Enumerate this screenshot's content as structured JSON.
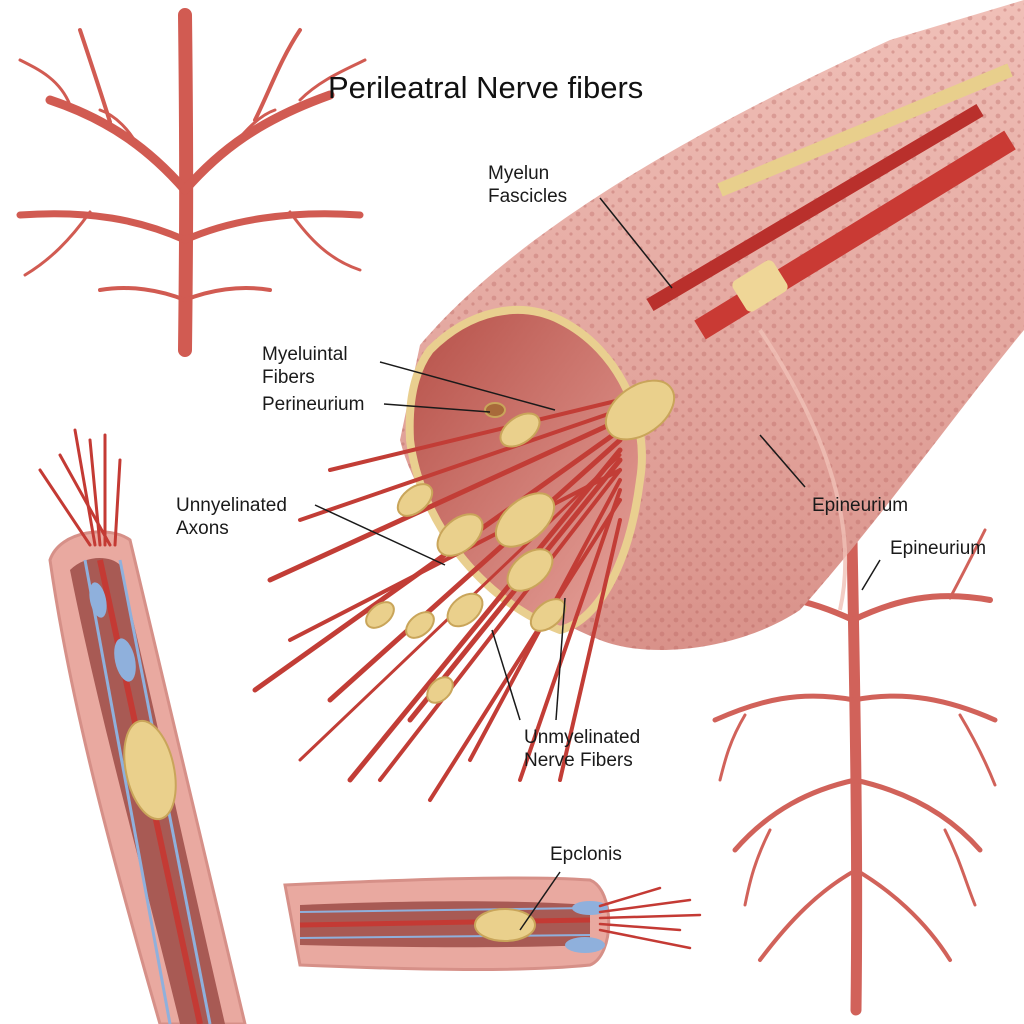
{
  "title": "Perileatral Nerve fibers",
  "labels": {
    "myelun": [
      "Myelun",
      "Fascicles"
    ],
    "myeluintal": [
      "Myeluintal",
      "Fibers"
    ],
    "perineurium": "Perineurium",
    "unyelinated_axons": [
      "Unnyelinated",
      "Axons"
    ],
    "epineurium_mid": "Epineurium",
    "epineurium_right": "Epineurium",
    "unmyelinated_fibers": [
      "Unmyelinated",
      "Nerve Fibers"
    ],
    "epclonis": "Epclonis"
  },
  "colors": {
    "nerve_red": "#c9403a",
    "sheath_pink": "#e8a9a2",
    "fat_yellow": "#edd79a",
    "vein_blue": "#8fb0dc",
    "leader": "#1a1a1a"
  }
}
